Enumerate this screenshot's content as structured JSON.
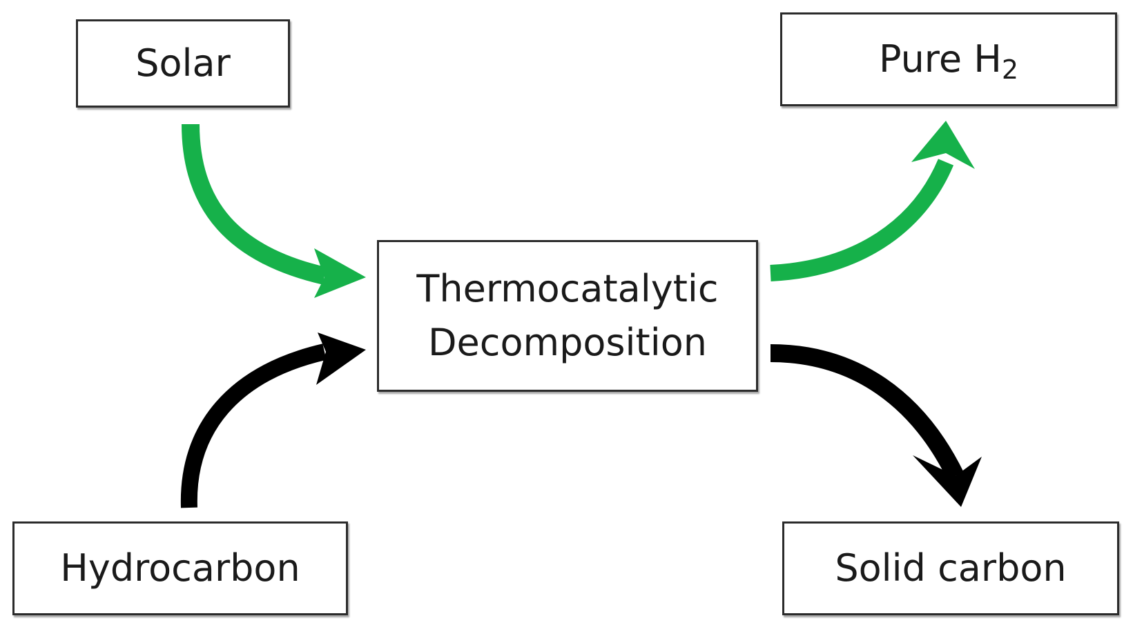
{
  "nodes": {
    "solar": {
      "label": "Solar"
    },
    "pure_h2": {
      "label": "Pure H",
      "subscript": "2"
    },
    "process": {
      "line1": "Thermocatalytic",
      "line2": "Decomposition"
    },
    "hydrocarbon": {
      "label": "Hydrocarbon"
    },
    "solid_carbon": {
      "label": "Solid carbon"
    }
  },
  "colors": {
    "solar_flow": "#16b14a",
    "material_flow": "#000000",
    "box_border": "#2b2b2b"
  }
}
